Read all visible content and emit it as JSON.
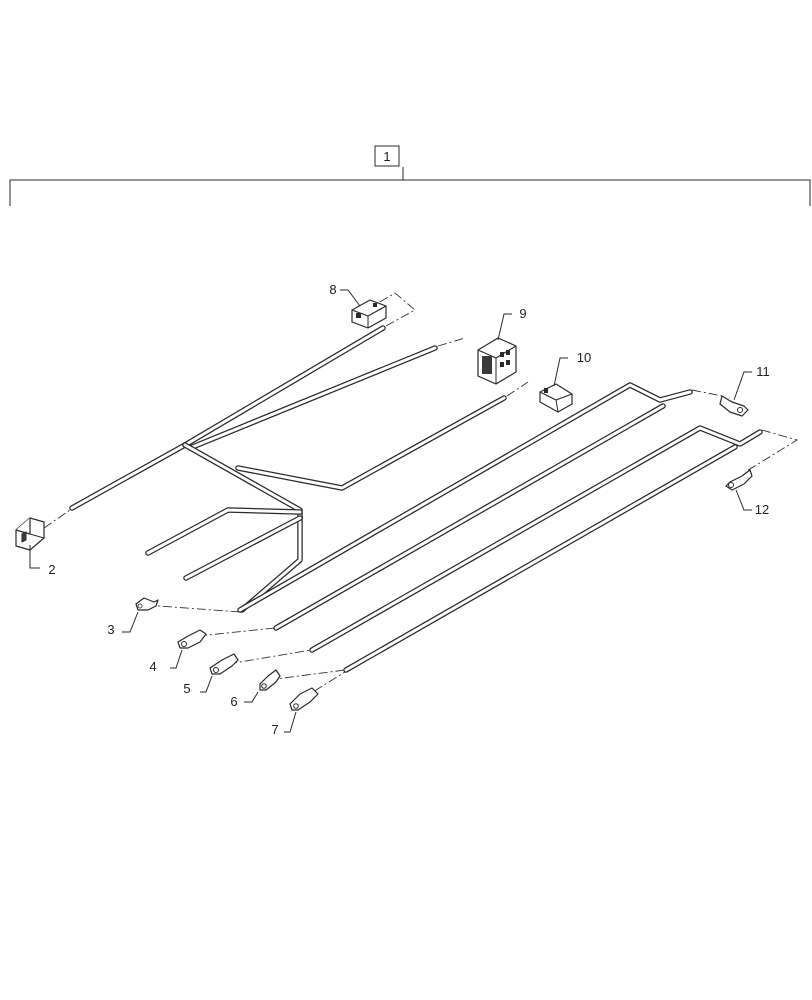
{
  "assembly": {
    "callout": "1"
  },
  "callouts": {
    "c2": "2",
    "c3": "3",
    "c4": "4",
    "c5": "5",
    "c6": "6",
    "c7": "7",
    "c8": "8",
    "c9": "9",
    "c10": "10",
    "c11": "11",
    "c12": "12"
  }
}
